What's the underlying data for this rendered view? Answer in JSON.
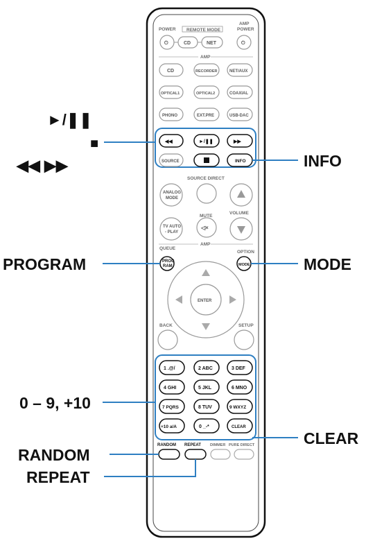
{
  "callouts": {
    "play_pause": "►/❚❚",
    "stop": "■",
    "skip": "◀◀  ▶▶",
    "info": "INFO",
    "program": "PROGRAM",
    "mode": "MODE",
    "numbers": "0 – 9, +10",
    "clear": "CLEAR",
    "random": "RANDOM",
    "repeat": "REPEAT"
  },
  "remote": {
    "power": "POWER",
    "remote_mode": "REMOTE MODE",
    "amp_power_1": "AMP",
    "amp_power_2": "POWER",
    "cd": "CD",
    "net": "NET",
    "amp": "AMP",
    "recorder": "RECORDER",
    "net_aux": "NET/AUX",
    "optical1": "OPTICAL1",
    "optical2": "OPTICAL2",
    "coaxial": "COAXIAL",
    "phono": "PHONO",
    "ext_pre": "EXT.PRE",
    "usb_dac": "USB-DAC",
    "source": "SOURCE",
    "info": "INFO",
    "source_direct": "SOURCE DIRECT",
    "analog_mode_1": "ANALOG",
    "analog_mode_2": "MODE",
    "mute": "MUTE",
    "volume": "VOLUME",
    "tv_auto_1": "TV AUTO",
    "tv_auto_2": "- PLAY",
    "queue": "QUEUE",
    "amp2": "AMP",
    "option": "OPTION",
    "program_1": "PROG",
    "program_2": "RAM",
    "mode": "MODE",
    "enter": "ENTER",
    "back": "BACK",
    "setup": "SETUP",
    "num1": "1 .@/",
    "num2": "2 ABC",
    "num3": "3 DEF",
    "num4": "4 GHI",
    "num5": "5 JKL",
    "num6": "6 MNO",
    "num7": "7 PQRS",
    "num8": "8 TUV",
    "num9": "9 WXYZ",
    "num10": "+10 a/A",
    "num0": "0 _-*",
    "clear": "CLEAR",
    "random": "RANDOM",
    "repeat": "REPEAT",
    "dimmer": "DIMMER",
    "pure_direct": "PURE DIRECT"
  },
  "colors": {
    "highlight": "#2e7fc2",
    "outline": "#111111",
    "button_stroke": "#9a9a9a"
  }
}
